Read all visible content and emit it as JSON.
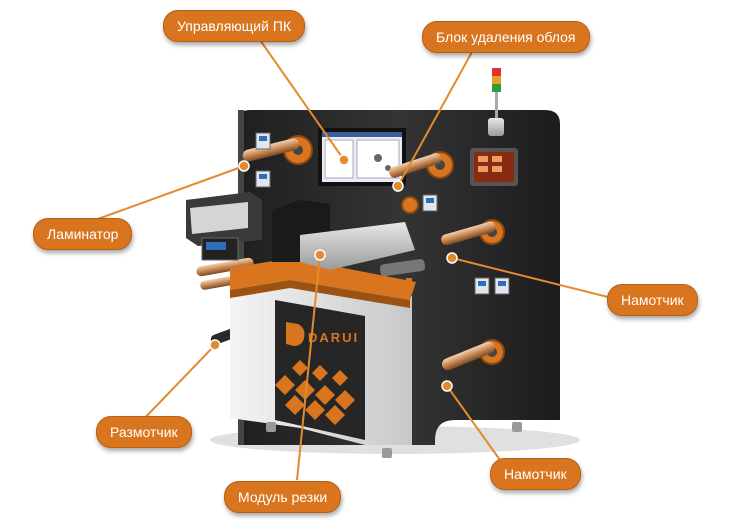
{
  "labels": {
    "control_pc": "Управляющий ПК",
    "waste_removal": "Блок удаления облоя",
    "laminator": "Ламинатор",
    "rewinder_1": "Намотчик",
    "unwinder": "Размотчик",
    "rewinder_2": "Намотчик",
    "cutting_module": "Модуль резки"
  },
  "brand": {
    "logo_text": "DARUI"
  },
  "colors": {
    "accent": "#d9751f",
    "machine_body": "#2b2b2b",
    "machine_panel": "#e0e0e0",
    "leader_line": "#e38a2e"
  }
}
